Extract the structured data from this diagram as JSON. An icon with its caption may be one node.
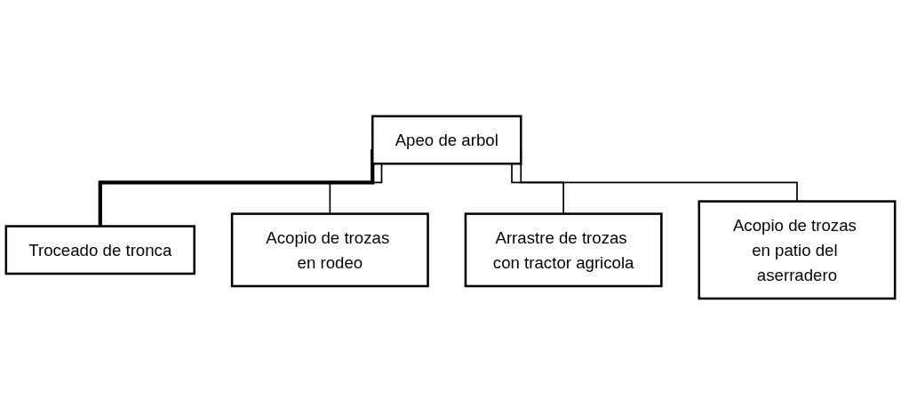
{
  "diagram": {
    "nodes": [
      {
        "text": [
          "Apeo de arbol"
        ]
      },
      {
        "text": [
          "Troceado de tronca"
        ]
      },
      {
        "text": [
          "Acopio de trozas en rodeo"
        ]
      },
      {
        "text": [
          "Arrastre de trozas con tractor agricola"
        ]
      },
      {
        "text": [
          "Acopio de trozas en patio del aserradero"
        ]
      }
    ],
    "edges": [
      {
        "from": 0,
        "to": 1,
        "arrow": "none",
        "style": "thick"
      },
      {
        "from": 0,
        "to": 2,
        "arrow": "none"
      },
      {
        "from": 0,
        "to": 3,
        "arrow": "none"
      },
      {
        "from": 0,
        "to": 4,
        "arrow": "none"
      }
    ]
  }
}
